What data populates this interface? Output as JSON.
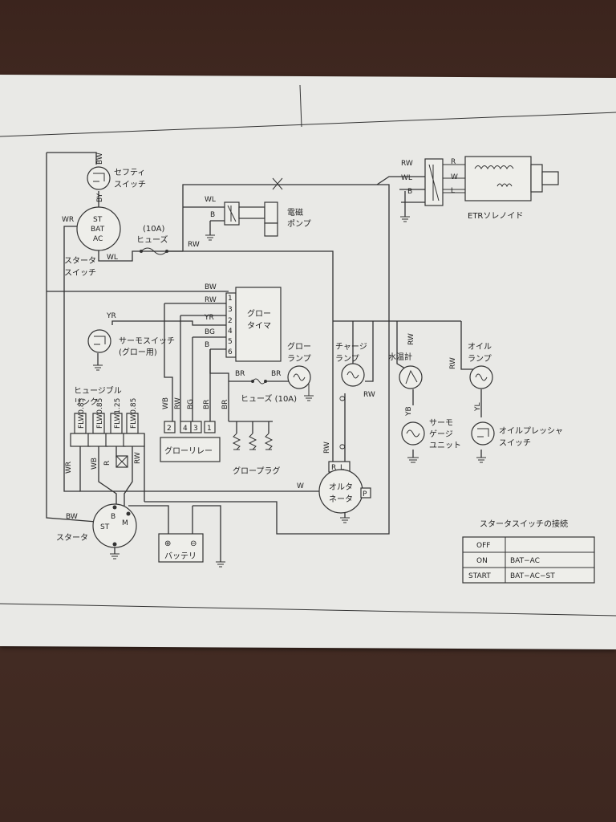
{
  "components": {
    "safety_switch": [
      "セフティ",
      "スイッチ"
    ],
    "starter_switch_terms": [
      "ST",
      "BAT",
      "AC"
    ],
    "starter_switch": [
      "スタータ",
      "スイッチ"
    ],
    "fuse_main": [
      "(10A)",
      "ヒューズ"
    ],
    "pump": [
      "電磁",
      "ポンプ"
    ],
    "etr_solenoid": "ETRソレノイド",
    "glow_timer": [
      "グロー",
      "タイマ"
    ],
    "thermo_switch": [
      "サーモスイッチ",
      "(グロー用)"
    ],
    "glow_lamp": [
      "グロー",
      "ランプ"
    ],
    "charge_lamp": [
      "チャージ",
      "ランプ"
    ],
    "water_temp": "水温計",
    "oil_lamp": [
      "オイル",
      "ランプ"
    ],
    "fusible_link": [
      "ヒュージブル",
      "リンク"
    ],
    "fuse_glow": "ヒューズ (10A)",
    "glow_relay": "グローリレー",
    "glow_relay_terms": [
      "2",
      "4",
      "3",
      "1"
    ],
    "glow_plug": "グロープラグ",
    "thermo_gauge": [
      "サーモ",
      "ゲージ",
      "ユニット"
    ],
    "oil_pressure": [
      "オイルプレッシャ",
      "スイッチ"
    ],
    "alternator": [
      "オルタ",
      "ネータ"
    ],
    "alternator_terms": [
      "R",
      "L",
      "P"
    ],
    "starter": "スタータ",
    "starter_terms": [
      "ST",
      "B",
      "M"
    ],
    "battery": "バッテリ",
    "battery_terms": [
      "⊕",
      "⊖"
    ],
    "timer_pins": [
      "1",
      "3",
      "2",
      "4",
      "5",
      "6"
    ],
    "fusible_specs": [
      "FLW0.85",
      "FLW0.85",
      "FLW1.25",
      "FLW0.85"
    ]
  },
  "wire_labels": {
    "bw_top": "BW",
    "by": "BY",
    "wr_left": "WR",
    "wl_sw": "WL",
    "wl_pump": "WL",
    "b_pump": "B",
    "rw_fuse": "RW",
    "rw_etr": "RW",
    "wl_etr": "WL",
    "b_etr": "B",
    "r_sol": "R",
    "w_sol": "W",
    "l_sol": "L",
    "timer_wires": [
      "BW",
      "RW",
      "YR",
      "BG",
      "B"
    ],
    "yr_thermo": "YR",
    "br_a": "BR",
    "br_b": "BR",
    "relay_wires": [
      "WB",
      "RW",
      "BG",
      "BR",
      "BR"
    ],
    "rw_charge": "RW",
    "rw_water": "RW",
    "rw_oil": "RW",
    "o_a": "O",
    "o_b": "O",
    "rw_alt": "RW",
    "yb": "YB",
    "yl": "YL",
    "fusible_wires": [
      "WR",
      "WB",
      "R",
      "RW"
    ],
    "w_alt": "W",
    "bw_starter": "BW"
  },
  "switch_table": {
    "title": "スタータスイッチの接続",
    "rows": [
      [
        "OFF",
        ""
      ],
      [
        "ON",
        "BAT−AC"
      ],
      [
        "START",
        "BAT−AC−ST"
      ]
    ]
  }
}
